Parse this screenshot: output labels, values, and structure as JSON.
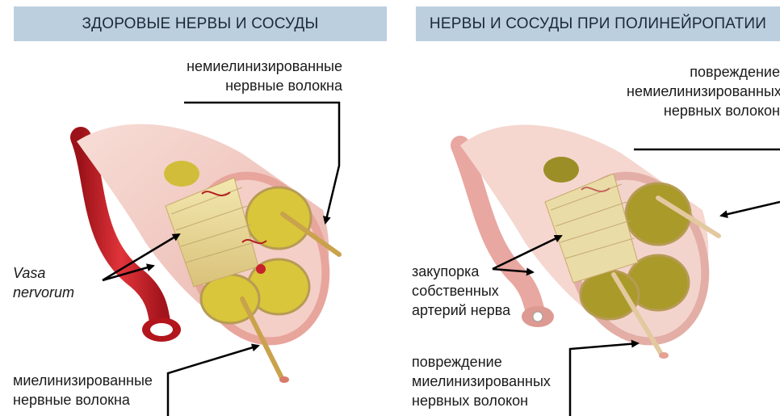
{
  "panels": {
    "left": {
      "title": "ЗДОРОВЫЕ НЕРВЫ И СОСУДЫ",
      "labels": {
        "unmyelinated": [
          "немиелинизированные",
          "нервные волокна"
        ],
        "vasa": [
          "Vasa",
          "nervorum"
        ],
        "myelinated": [
          "миелинизированные",
          "нервные волокна"
        ]
      }
    },
    "right": {
      "title": "НЕРВЫ И СОСУДЫ ПРИ ПОЛИНЕЙРОПАТИИ",
      "labels": {
        "unmyelinated_damage": [
          "повреждение",
          "немиелинизированных",
          "нервных волокон"
        ],
        "occlusion": [
          "закупорка",
          "собственных",
          "артерий нерва"
        ],
        "myelinated_damage": [
          "повреждение",
          "миелинизированных",
          "нервных волокон"
        ]
      }
    }
  },
  "colors": {
    "header_bg": "#bccfdf",
    "artery_red": "#c8222b",
    "nerve_sheath": "#f2c7c2",
    "fascicle_yellow": "#d9c63a",
    "fascicle_damaged": "#a99a2a",
    "arrow": "#000000"
  },
  "icons": {
    "leader_arrow": "arrow-icon"
  }
}
